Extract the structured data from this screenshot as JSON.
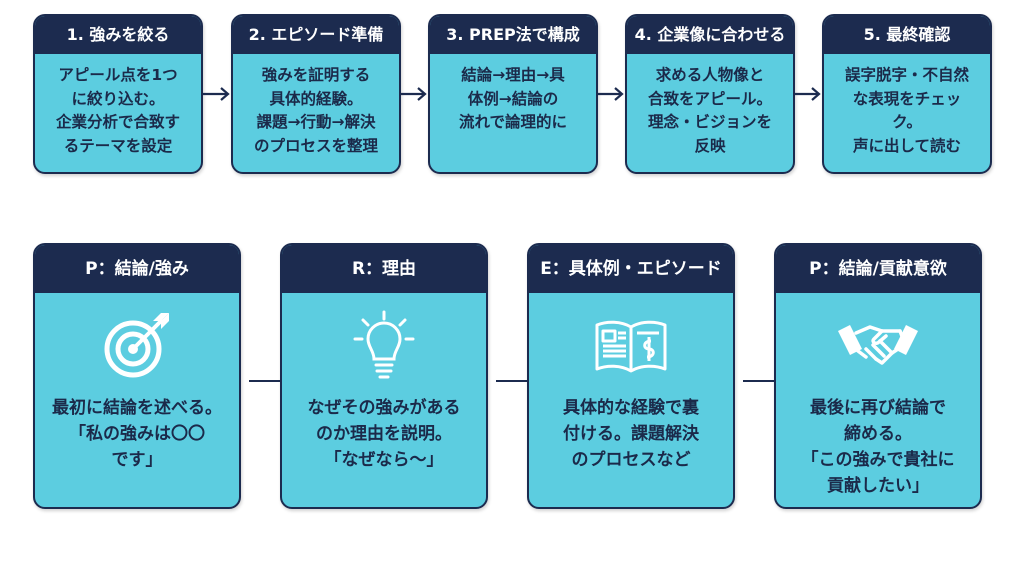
{
  "steps": [
    {
      "title": "1. 強みを絞る",
      "lines": [
        "アピール点を1つ",
        "に絞り込む。",
        "企業分析で合致す",
        "るテーマを設定"
      ]
    },
    {
      "title": "2. エピソード準備",
      "lines": [
        "強みを証明する",
        "具体的経験。",
        "課題→行動→解決",
        "のプロセスを整理"
      ]
    },
    {
      "title": "3. PREP法で構成",
      "lines": [
        "結論→理由→具",
        "体例→結論の",
        "流れで論理的に"
      ]
    },
    {
      "title": "4. 企業像に合わせる",
      "lines": [
        "求める人物像と",
        "合致をアピール。",
        "理念・ビジョンを",
        "反映"
      ]
    },
    {
      "title": "5. 最終確認",
      "lines": [
        "誤字脱字・不自然",
        "な表現をチェッ",
        "ク。",
        "声に出して読む"
      ]
    }
  ],
  "prep": [
    {
      "title": "P：結論/強み",
      "icon": "target-icon",
      "lines": [
        "最初に結論を述べる。",
        "「私の強みは〇〇",
        "です」"
      ]
    },
    {
      "title": "R：理由",
      "icon": "lightbulb-icon",
      "lines": [
        "なぜその強みがある",
        "のか理由を説明。",
        "「なぜなら〜」"
      ]
    },
    {
      "title": "E：具体例・エピソード",
      "icon": "open-book-icon",
      "lines": [
        "具体的な経験で裏",
        "付ける。課題解決",
        "のプロセスなど"
      ]
    },
    {
      "title": "P：結論/貢献意欲",
      "icon": "handshake-icon",
      "lines": [
        "最後に再び結論で",
        "締める。",
        "「この強みで貴社に",
        "貢献したい」"
      ]
    }
  ],
  "colors": {
    "navy": "#1c2b4f",
    "cyan": "#5ccde0",
    "text": "#1b2a4a"
  }
}
